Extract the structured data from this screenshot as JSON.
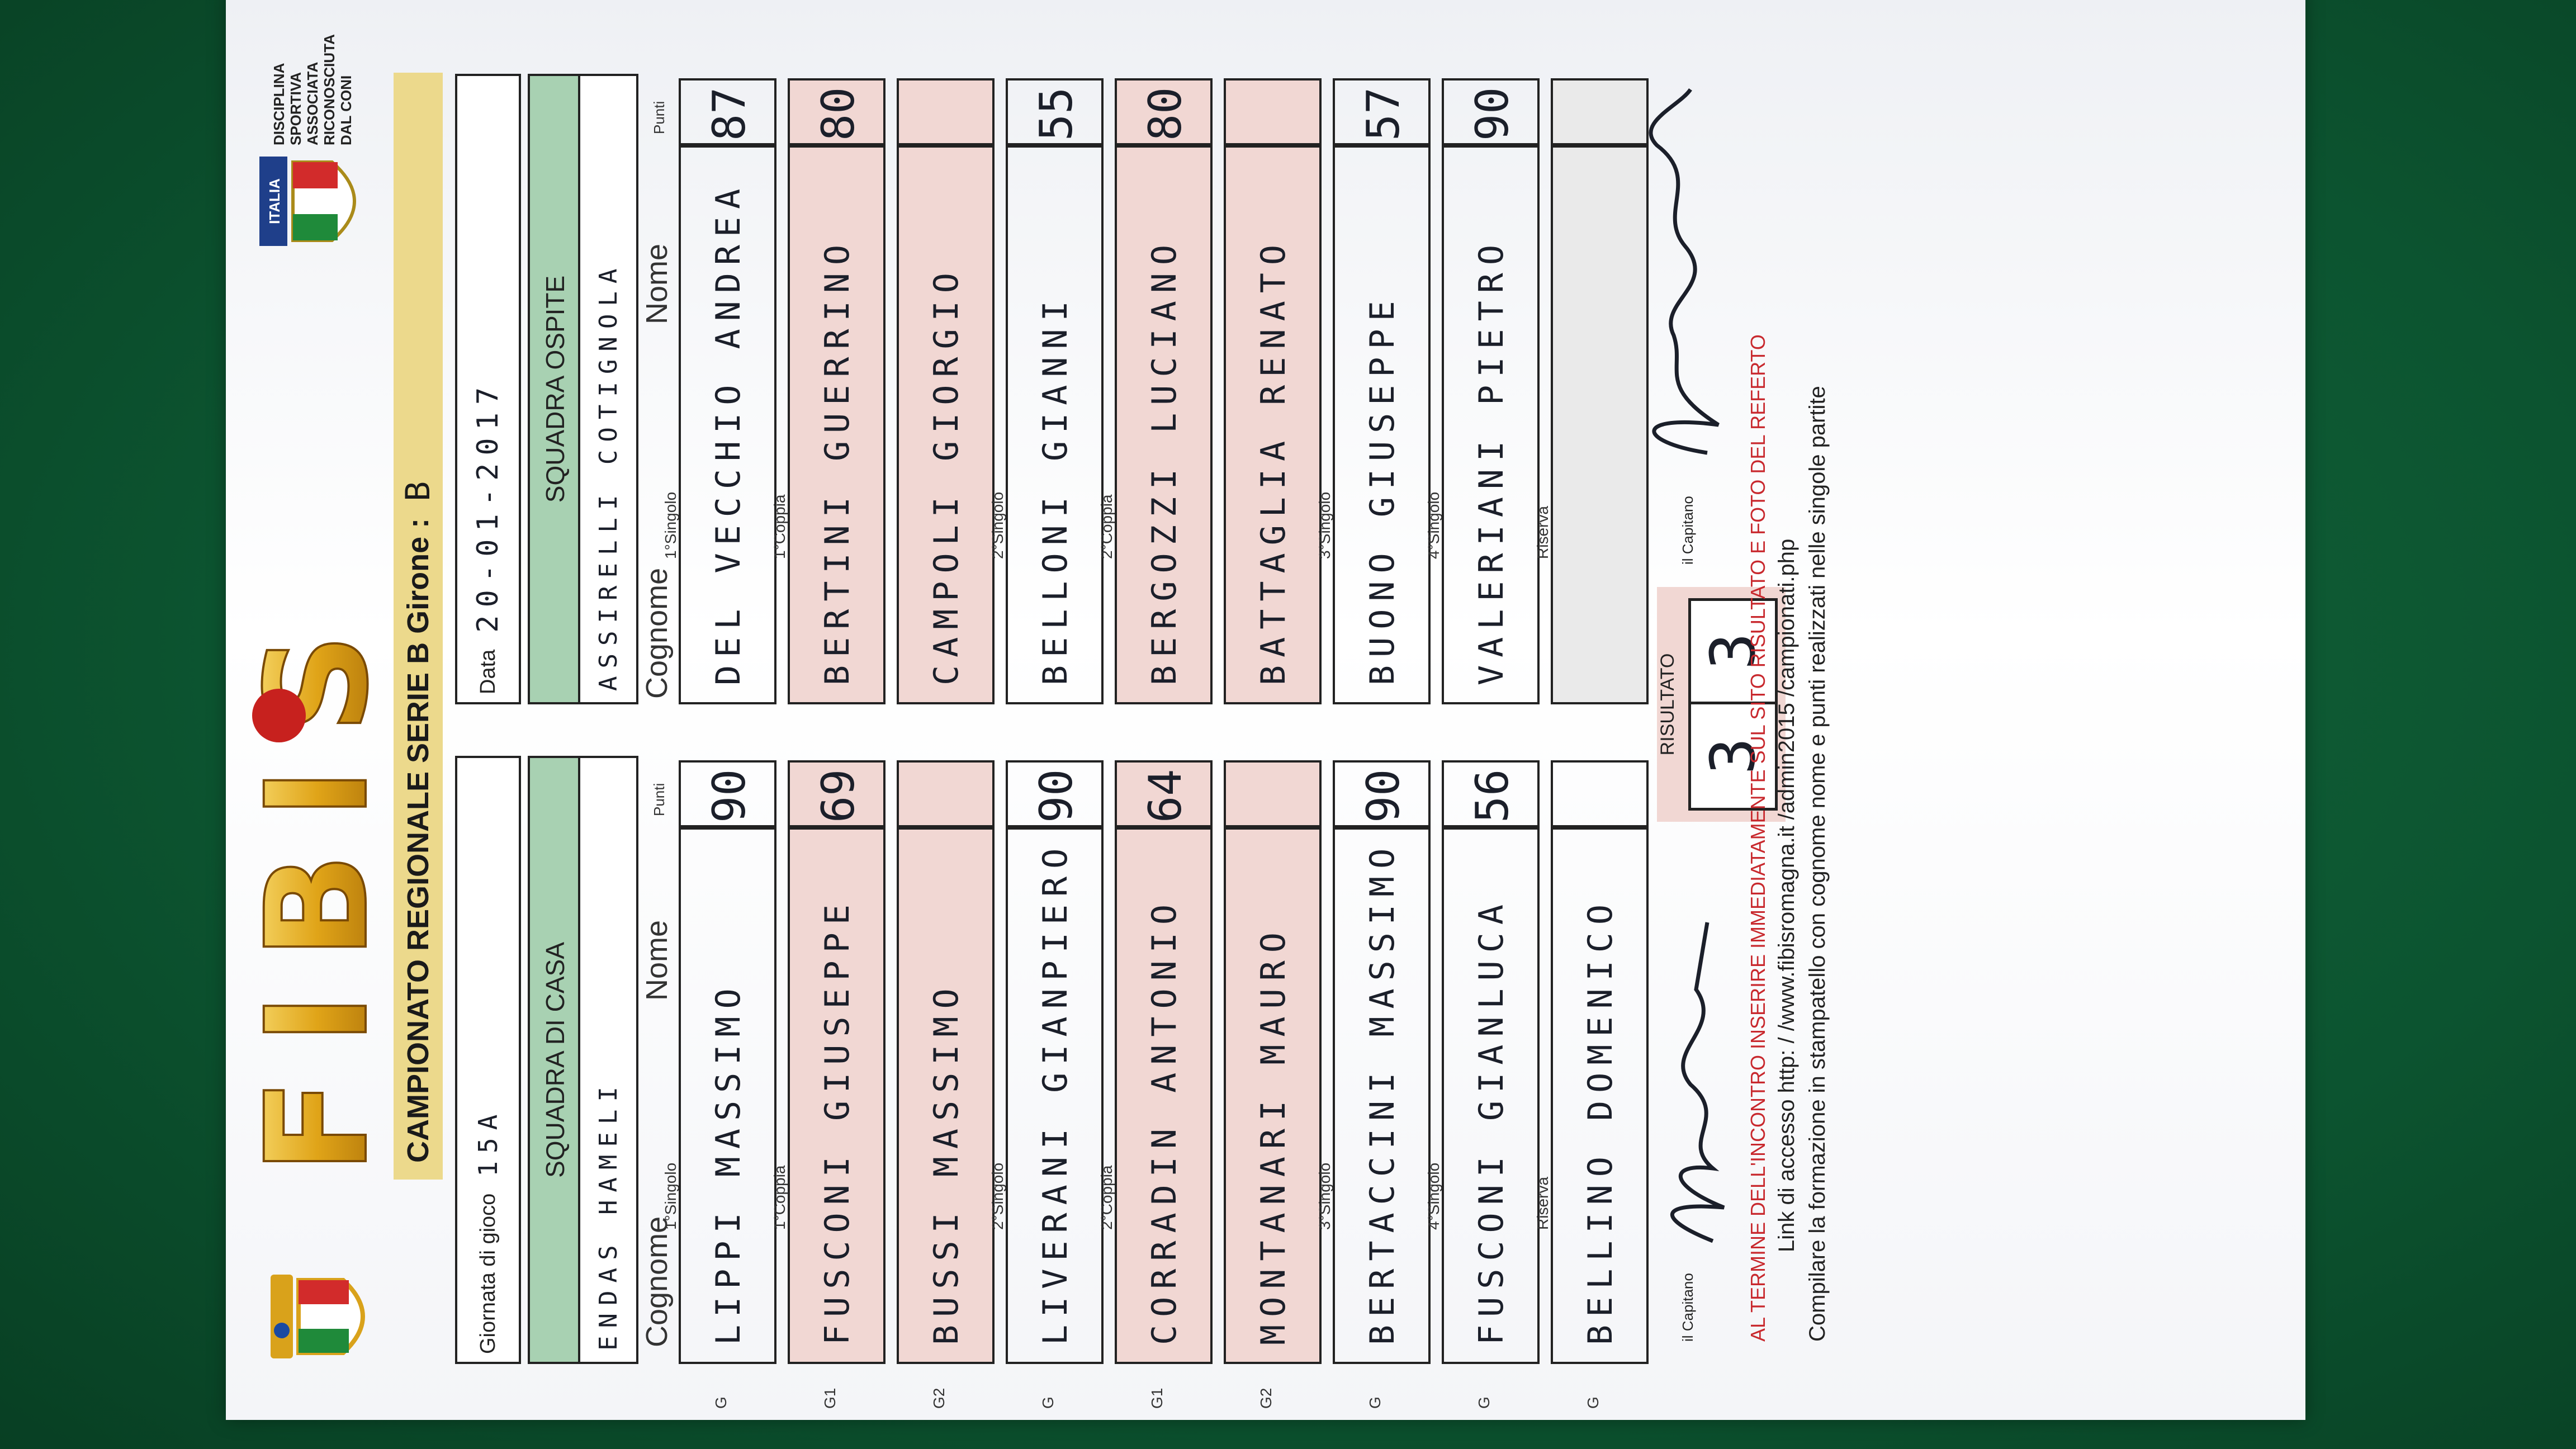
{
  "header": {
    "title": "CAMPIONATO REGIONALE  SERIE B Girone :",
    "girone_value": "B",
    "giornata_label": "Giornata di gioco",
    "giornata_value": "15A",
    "data_label": "Data",
    "data_value": "20-01-2017",
    "coni_text": "DISCIPLINA SPORTIVA ASSOCIATA RICONOSCIUTA DAL CONI",
    "italia_label": "ITALIA",
    "logo_text": "FIBIS"
  },
  "home": {
    "label": "SQUADRA DI CASA",
    "team_name": "ENDAS HAMELI",
    "col_cognome": "Cognome",
    "col_nome": "Nome",
    "col_punti": "Punti",
    "rows": [
      {
        "section": "1°Singolo",
        "code": "G",
        "name": "LIPPI  MASSIMO",
        "points": "90",
        "pink": false
      },
      {
        "section": "1°Coppia",
        "code": "G1",
        "name": "FUSCONI GIUSEPPE",
        "points": "69",
        "pink": true
      },
      {
        "section": "",
        "code": "G2",
        "name": "BUSSI MASSIMO",
        "points": "",
        "pink": true
      },
      {
        "section": "2°Singolo",
        "code": "G",
        "name": "LIVERANI GIANPIERO",
        "points": "90",
        "pink": false
      },
      {
        "section": "2°Coppia",
        "code": "G1",
        "name": "CORRADIN  ANTONIO",
        "points": "64",
        "pink": true
      },
      {
        "section": "",
        "code": "G2",
        "name": "MONTANARI MAURO",
        "points": "",
        "pink": true
      },
      {
        "section": "3°Singolo",
        "code": "G",
        "name": "BERTACCINI MASSIMO",
        "points": "90",
        "pink": false
      },
      {
        "section": "4°Singolo",
        "code": "G",
        "name": "FUSCONI GIANLUCA",
        "points": "56",
        "pink": false
      },
      {
        "section": "Riserva",
        "code": "G",
        "name": "BELLINO DOMENICO",
        "points": "",
        "pink": false
      }
    ]
  },
  "away": {
    "label": "SQUADRA OSPITE",
    "team_name": "ASSIRELLI  COTIGNOLA",
    "col_cognome": "Cognome",
    "col_nome": "Nome",
    "col_punti": "Punti",
    "rows": [
      {
        "section": "1°Singolo",
        "name": "DEL VECCHIO ANDREA",
        "points": "87"
      },
      {
        "section": "1°Coppia",
        "name": "BERTINI GUERRINO",
        "points": "80"
      },
      {
        "section": "",
        "name": "CAMPOLI GIORGIO",
        "points": ""
      },
      {
        "section": "2°Singolo",
        "name": "BELLONI GIANNI",
        "points": "55"
      },
      {
        "section": "2°Coppia",
        "name": "BERGOZZI LUCIANO",
        "points": "80"
      },
      {
        "section": "",
        "name": "BATTAGLIA RENATO",
        "points": ""
      },
      {
        "section": "3°Singolo",
        "name": "BUONO GIUSEPPE",
        "points": "57"
      },
      {
        "section": "4°Singolo",
        "name": "VALERIANI PIETRO",
        "points": "90"
      },
      {
        "section": "Riserva",
        "name": "",
        "points": ""
      }
    ]
  },
  "result": {
    "label": "RISULTATO",
    "home_score": "3",
    "away_score": "3"
  },
  "captains": {
    "home_label": "il Capitano",
    "away_label": "il Capitano"
  },
  "footer": {
    "line1": "AL TERMINE DELL'INCONTRO INSERIRE  IMMEDIATAMENTE SUL SITO RISULTATO E FOTO DEL REFERTO",
    "line2": "Link di accesso http: / /www.fibisromagna.it /admin2015 /campionati.php",
    "line3": "Compilare la formazione in stampatello con cognome nome e punti realizzati nelle singole partite"
  },
  "colors": {
    "felt": "#0e5a33",
    "title_bar": "#ecd98c",
    "team_bar": "#a8d1b2",
    "pink_row": "#f1d7d3",
    "footer_red": "#c8282d"
  }
}
